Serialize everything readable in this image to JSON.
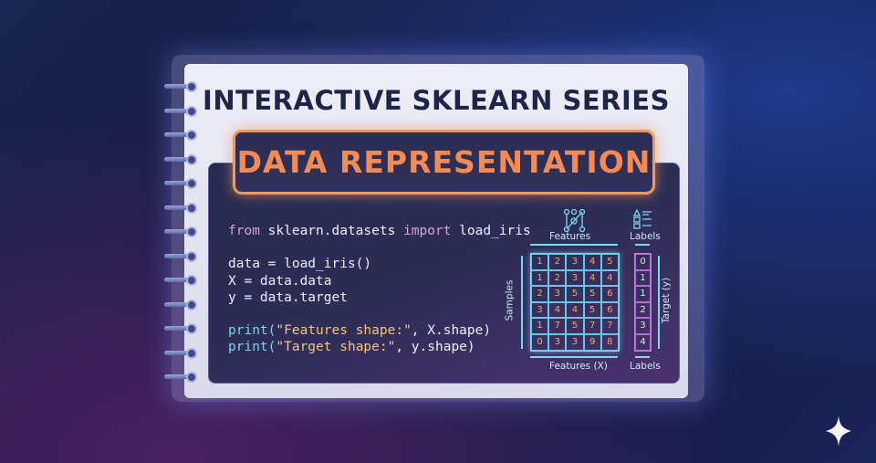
{
  "title": "INTERACTIVE SKLEARN SERIES",
  "banner": "DATA REPRESENTATION",
  "code": {
    "line1": {
      "kw1": "from",
      "mod": " sklearn.datasets ",
      "kw2": "import",
      "name": " load_iris"
    },
    "line3": "data = load_iris()",
    "line4": "X = data.data",
    "line5": "y = data.target",
    "line7": {
      "fn": "print",
      "open": "(",
      "str": "\"Features shape:\"",
      "rest": ", X.shape)"
    },
    "line8": {
      "fn": "print",
      "open": "(",
      "str": "\"Target shape:\"",
      "rest": ", y.shape)"
    }
  },
  "diagram": {
    "features_top": "Features",
    "labels_top": "Labels",
    "samples": "Samples",
    "target": "Target (y)",
    "features_bottom": "Features (X)",
    "labels_bottom": "Labels",
    "matrix": [
      [
        1,
        2,
        3,
        4,
        5
      ],
      [
        1,
        2,
        3,
        4,
        4
      ],
      [
        2,
        3,
        5,
        5,
        6
      ],
      [
        3,
        4,
        4,
        5,
        6
      ],
      [
        1,
        7,
        5,
        7,
        7
      ],
      [
        0,
        3,
        3,
        9,
        8
      ]
    ],
    "labels": [
      0,
      1,
      1,
      2,
      3,
      4
    ],
    "icons": [
      "scatter-plot-icon",
      "label-list-icon"
    ]
  },
  "colors": {
    "accent": "#f58a55",
    "panel": "#2a2d4f",
    "grid": "#7fd6ee",
    "labels": "#c080d8"
  }
}
